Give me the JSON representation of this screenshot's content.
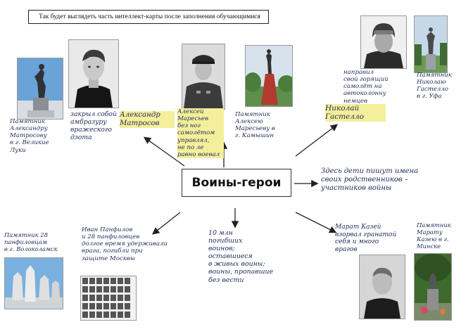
{
  "header": {
    "caption": "Так будет выглядеть часть интеллект-карты после заполнения обучающимися"
  },
  "center": {
    "label": "Воины-герои"
  },
  "notes": {
    "monument_matrosov": "Памятник\nАлександру\nМатросову\nв г. Великие\nЛуки",
    "matrosov_deed": "закрыл собой\nамбразуру\nвражеского\nдзота",
    "matrosov_name": "Александр\nМатросов",
    "maresyev": "Алексей\nМаресьев\nбез ног\nсамолётом\nуправлял,\nне по ле\nравно воевал",
    "monument_maresyev": "Памятник\nАлексею\nМаресьеву в\nг. Камышин",
    "gastello_deed": "направил\nсвой горящий\nсамолёт на\nавтоколонну\nнемцев",
    "monument_gastello": "Памятник\nНиколаю\nГастелло\nв г. Уфа",
    "gastello_name": "Николай\nГастелло",
    "relatives": "Здесь дети пишут имена\nсвоих родственников –\nучастников войны",
    "monument_28": "Памятник 28\nпанфиловцам\nв г. Волоколамск",
    "panfilov": "Иван Панфилов\nи 28 панфиловцев\nдолгое время удерживали\nврага, погибли при\nзащите Москвы",
    "ten_million": "10 млн\nпогибших\nвоинов;\nоставшиеся\nв живых воины;\nвоины, пропавшие\nбез вести",
    "marat": "Марат Казей\nвзорвал гранатой\nсебя и много\nврагов",
    "monument_marat": "Памятник\nМарату\nКазею в г.\nМинске"
  },
  "colors": {
    "ink": "#1f2a5a",
    "highlight": "#f4ef9a",
    "arrow": "#222222"
  }
}
